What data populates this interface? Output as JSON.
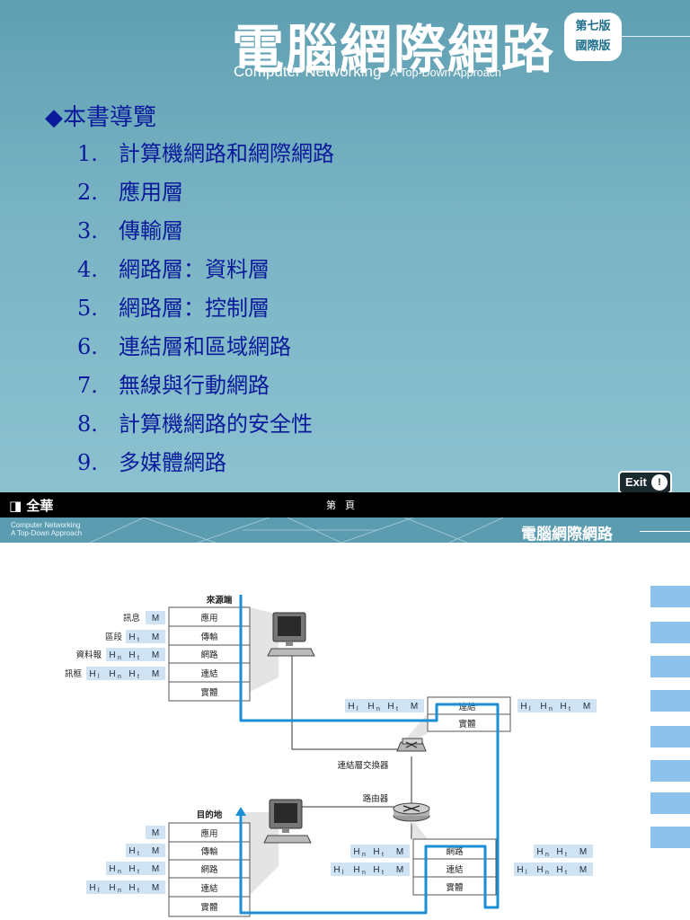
{
  "slide": {
    "title_zh": "電腦網際網路",
    "title_en": "Computer Networking",
    "title_en_sub": "A Top-Down Approach",
    "edition_badge": [
      "第七版",
      "國際版"
    ],
    "toc_heading": "◆本書導覽",
    "toc_items": [
      {
        "num": "1.",
        "text": "計算機網路和網際網路"
      },
      {
        "num": "2.",
        "text": "應用層"
      },
      {
        "num": "3.",
        "text": "傳輸層"
      },
      {
        "num": "4.",
        "text": "網路層：資料層"
      },
      {
        "num": "5.",
        "text": "網路層：控制層"
      },
      {
        "num": "6.",
        "text": "連結層和區域網路"
      },
      {
        "num": "7.",
        "text": "無線與行動網路"
      },
      {
        "num": "8.",
        "text": "計算機網路的安全性"
      },
      {
        "num": "9.",
        "text": "多媒體網路"
      }
    ],
    "exit_label": "Exit",
    "publisher": "全華",
    "page_label": "第頁",
    "footer_en": [
      "Computer Networking",
      "A Top-Down Approach"
    ],
    "footer_brand": "電腦網際網路"
  },
  "diagram": {
    "source_label": "來源端",
    "dest_label": "目的地",
    "source_layers": [
      "應用",
      "傳輸",
      "網路",
      "連結",
      "實體"
    ],
    "dest_layers": [
      "應用",
      "傳輸",
      "網路",
      "連結",
      "實體"
    ],
    "switch_layers": [
      "連結",
      "實體"
    ],
    "router_layers": [
      "網路",
      "連結",
      "實體"
    ],
    "message_names": [
      "訊息",
      "區段",
      "資料報",
      "訊框"
    ],
    "switch_label": "連結層交換器",
    "router_label": "路由器",
    "colors": {
      "header_box": "#cfe3f2",
      "path": "#1a8fd6",
      "side_tab": "#8cc2eb",
      "frame": "#555555"
    }
  }
}
